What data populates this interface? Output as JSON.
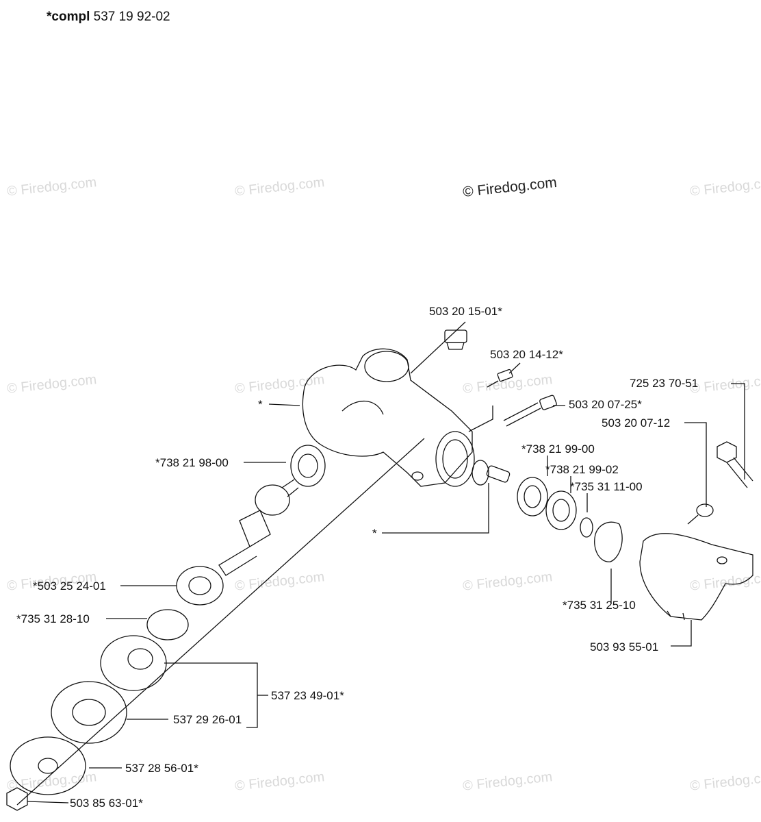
{
  "header": {
    "prefix": "*compl",
    "number": "537 19 92-02"
  },
  "copyright": "© Firedog.com",
  "watermark": "© Firedog.com",
  "labels": {
    "l1": "503 20 15-01*",
    "l2": "503 20 14-12*",
    "l3": "725 23 70-51",
    "l4": "503 20 07-25*",
    "l5": "503 20 07-12",
    "l6": "*",
    "l7": "*738 21 98-00",
    "l8": "*738 21 99-00",
    "l9": "*738 21 99-02",
    "l10": "*735 31 11-00",
    "l11": "*",
    "l12": "*503 25 24-01",
    "l13": "*735 31 25-10",
    "l14": "*735 31 28-10",
    "l15": "503 93 55-01",
    "l16": "537 23 49-01*",
    "l17": "537 29 26-01",
    "l18": "537 28 56-01*",
    "l19": "503 85 63-01*"
  }
}
